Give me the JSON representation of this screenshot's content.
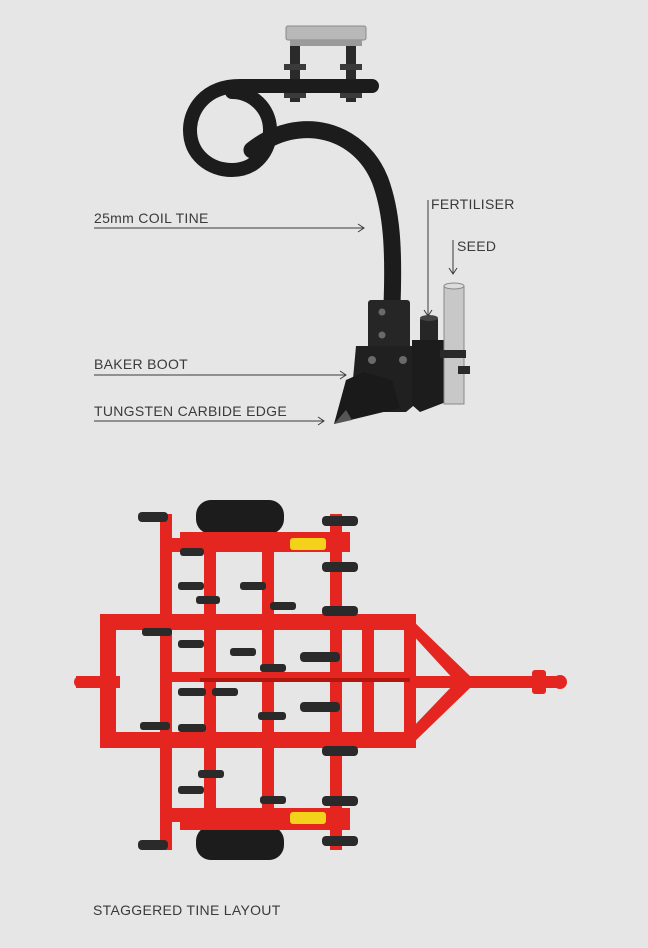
{
  "labels": {
    "coil_tine": "25mm COIL TINE",
    "fertiliser": "FERTILISER",
    "seed": "SEED",
    "baker_boot": "BAKER BOOT",
    "tungsten_edge": "TUNGSTEN CARBIDE EDGE",
    "staggered_layout": "STAGGERED TINE LAYOUT"
  },
  "colors": {
    "background": "#e6e6e6",
    "frame_red": "#e52620",
    "frame_dark_red": "#b3160f",
    "tine_black": "#1c1c1c",
    "tube_silver": "#c8c8c8",
    "hydraulic_yellow": "#f2d21b"
  }
}
